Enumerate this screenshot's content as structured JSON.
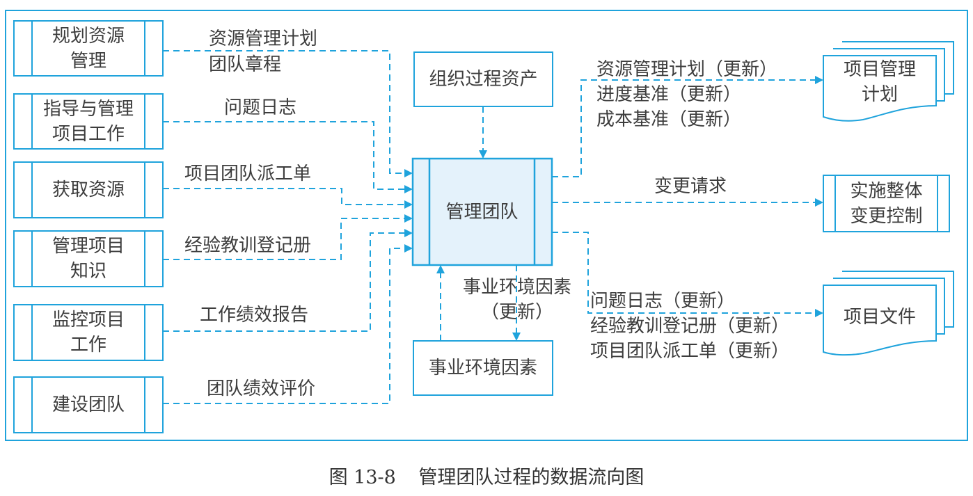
{
  "colors": {
    "line": "#1fa3dc",
    "box_fill_center": "#e4f2fb",
    "text": "#3d3d3d"
  },
  "center_process": {
    "label": "管理团队"
  },
  "top_input": {
    "label": "组织过程资产"
  },
  "bottom_input": {
    "label": "事业环境因素"
  },
  "bottom_output_label": [
    "事业环境因素",
    "（更新）"
  ],
  "left_processes": [
    {
      "lines": [
        "规划资源",
        "管理"
      ],
      "flow": [
        "资源管理计划",
        "团队章程"
      ]
    },
    {
      "lines": [
        "指导与管理",
        "项目工作"
      ],
      "flow": [
        "问题日志"
      ]
    },
    {
      "lines": [
        "获取资源"
      ],
      "flow": [
        "项目团队派工单"
      ]
    },
    {
      "lines": [
        "管理项目",
        "知识"
      ],
      "flow": [
        "经验教训登记册"
      ]
    },
    {
      "lines": [
        "监控项目",
        "工作"
      ],
      "flow": [
        "工作绩效报告"
      ]
    },
    {
      "lines": [
        "建设团队"
      ],
      "flow": [
        "团队绩效评价"
      ]
    }
  ],
  "right_outputs": [
    {
      "target": [
        "项目管理",
        "计划"
      ],
      "shape": "document-stack",
      "flow": [
        "资源管理计划（更新）",
        "进度基准（更新）",
        "成本基准（更新）"
      ]
    },
    {
      "target": [
        "实施整体",
        "变更控制"
      ],
      "shape": "process",
      "flow": [
        "变更请求"
      ]
    },
    {
      "target": [
        "项目文件"
      ],
      "shape": "document-stack",
      "flow": [
        "问题日志（更新）",
        "经验教训登记册（更新）",
        "项目团队派工单（更新）"
      ]
    }
  ],
  "caption": {
    "number": "图 13-8",
    "title": "管理团队过程的数据流向图"
  }
}
